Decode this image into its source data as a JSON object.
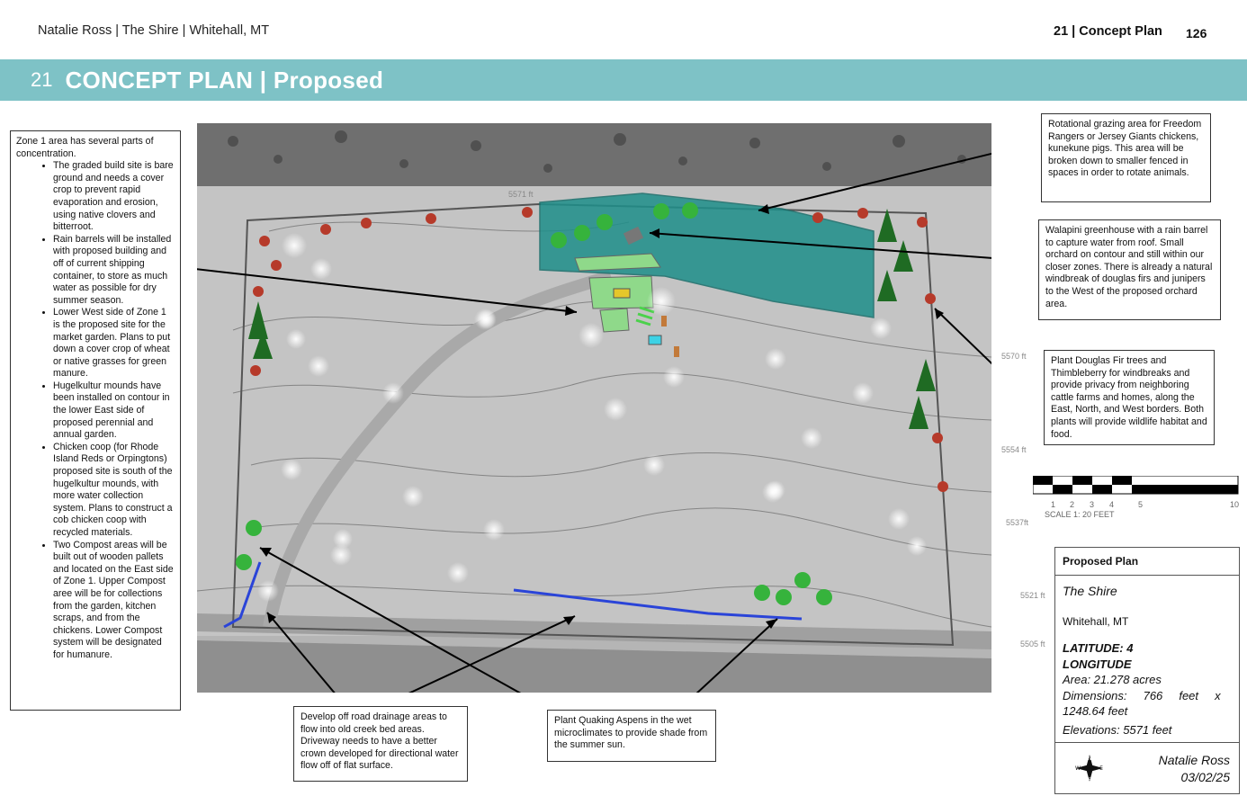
{
  "header": {
    "left": "Natalie Ross | The Shire | Whitehall, MT",
    "right": "21 | Concept Plan",
    "page": "126"
  },
  "title": {
    "number": "21",
    "text": "CONCEPT PLAN | Proposed"
  },
  "zone_box": {
    "intro": "Zone 1 area has several parts of concentration.",
    "items": [
      "The graded build site is bare ground and needs a cover crop to prevent rapid evaporation and erosion, using native clovers and bitterroot.",
      "Rain barrels will be installed with proposed building and off of current shipping container, to store as much water as possible for dry summer season.",
      "Lower West side of Zone 1 is the proposed site for the market garden. Plans to put down a cover crop of wheat or native grasses for green manure.",
      "Hugelkultur mounds have been installed on contour in the lower East side of proposed perennial and annual garden.",
      "Chicken coop (for Rhode Island Reds or Orpingtons) proposed site is south of the hugelkultur mounds, with more water collection system. Plans to construct a cob chicken coop with recycled materials.",
      "Two Compost areas will be built out of wooden pallets and located on the East side of Zone 1. Upper Compost aree will be for collections from the garden, kitchen scraps, and from the chickens. Lower Compost system will be designated for humanure."
    ]
  },
  "callouts": {
    "grazing": "Rotational grazing area for Freedom Rangers or Jersey Giants chickens, kunekune pigs. This area will be broken down to smaller fenced in spaces in order to rotate animals.",
    "walapini": "Walapini greenhouse with a rain barrel to capture water from roof. Small orchard on contour and still within our closer zones. There is already a natural windbreak of douglas firs and junipers to the West of the proposed orchard area.",
    "douglas": "Plant Douglas Fir trees and Thimbleberry for windbreaks and provide privacy from neighboring cattle farms and homes, along the East, North, and West borders. Both plants will provide wildlife habitat and food.",
    "drainage": "Develop off road drainage areas to flow into old creek bed areas. Driveway needs to have a better crown developed for directional water flow off of flat surface.",
    "aspens": "Plant Quaking Aspens in the wet microclimates to provide shade from the summer sun."
  },
  "map": {
    "elevations": [
      "5570 ft",
      "5554 ft",
      "5537ft",
      "5521 ft",
      "5505 ft"
    ],
    "top_label": "5571 ft"
  },
  "scale": {
    "ticks": [
      "1",
      "2",
      "3",
      "4",
      "5",
      "10"
    ],
    "label": "SCALE 1: 20 FEET"
  },
  "legend": {
    "title": "Proposed Plan",
    "site": "The Shire",
    "location": "Whitehall, MT",
    "latitude_label": "LATITUDE:",
    "latitude_value": "4",
    "longitude_label": "LONGITUDE",
    "area": "Area: 21.278 acres",
    "dimensions": "Dimensions:     766     feet     x 1248.64 feet",
    "elevations": "Elevations: 5571 feet",
    "author": "Natalie Ross",
    "date": "03/02/25",
    "compass_letters": [
      "N",
      "E",
      "S",
      "W"
    ]
  },
  "colors": {
    "title_bar": "#7ec2c6",
    "grazing": "#1e8f8a",
    "garden": "#8fd98a",
    "swale": "#2a44d8"
  }
}
